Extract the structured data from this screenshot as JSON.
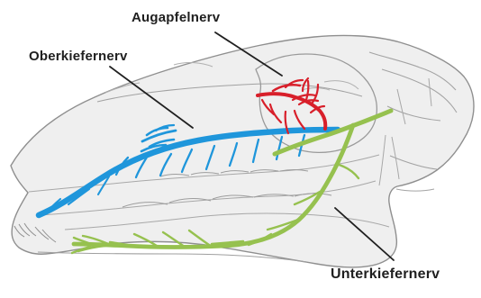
{
  "labels": {
    "augapfelnerv": "Augapfelnerv",
    "oberkiefernerv": "Oberkiefernerv",
    "unterkiefernerv": "Unterkiefernerv"
  },
  "colors": {
    "skull_fill": "#efefef",
    "skull_stroke": "#8f8f8f",
    "blue_nerve": "#1f96db",
    "red_nerve": "#d81f2a",
    "green_nerve": "#96c14f",
    "leader_line": "#202020"
  }
}
